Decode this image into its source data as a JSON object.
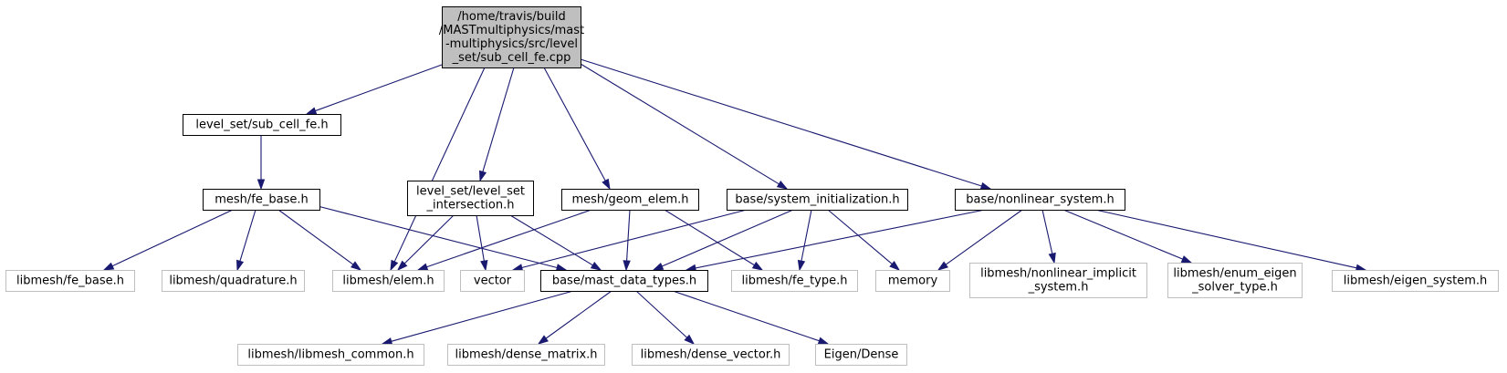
{
  "diagram": {
    "type": "include-dependency-graph",
    "colors": {
      "edge": "#191970",
      "root_fill": "#bfbfbf",
      "node_border": "#000000",
      "external_border": "#bfbfbf",
      "text": "#000000"
    },
    "nodes": [
      {
        "id": "root",
        "lines": [
          "/home/travis/build",
          "/MASTmultiphysics/mast",
          "-multiphysics/src/level",
          "_set/sub_cell_fe.cpp"
        ],
        "kind": "root"
      },
      {
        "id": "sub_cell_fe_h",
        "lines": [
          "level_set/sub_cell_fe.h"
        ],
        "kind": "internal"
      },
      {
        "id": "fe_base_h",
        "lines": [
          "mesh/fe_base.h"
        ],
        "kind": "internal"
      },
      {
        "id": "level_set_intersection_h",
        "lines": [
          "level_set/level_set",
          "_intersection.h"
        ],
        "kind": "internal"
      },
      {
        "id": "geom_elem_h",
        "lines": [
          "mesh/geom_elem.h"
        ],
        "kind": "internal"
      },
      {
        "id": "system_initialization_h",
        "lines": [
          "base/system_initialization.h"
        ],
        "kind": "internal"
      },
      {
        "id": "nonlinear_system_h",
        "lines": [
          "base/nonlinear_system.h"
        ],
        "kind": "internal"
      },
      {
        "id": "mast_data_types_h",
        "lines": [
          "base/mast_data_types.h"
        ],
        "kind": "internal"
      },
      {
        "id": "libmesh_fe_base_h",
        "lines": [
          "libmesh/fe_base.h"
        ],
        "kind": "external"
      },
      {
        "id": "libmesh_quadrature_h",
        "lines": [
          "libmesh/quadrature.h"
        ],
        "kind": "external"
      },
      {
        "id": "libmesh_elem_h",
        "lines": [
          "libmesh/elem.h"
        ],
        "kind": "external"
      },
      {
        "id": "vector",
        "lines": [
          "vector"
        ],
        "kind": "external"
      },
      {
        "id": "libmesh_fe_type_h",
        "lines": [
          "libmesh/fe_type.h"
        ],
        "kind": "external"
      },
      {
        "id": "memory",
        "lines": [
          "memory"
        ],
        "kind": "external"
      },
      {
        "id": "libmesh_nonlinear_implicit_system_h",
        "lines": [
          "libmesh/nonlinear_implicit",
          "_system.h"
        ],
        "kind": "external"
      },
      {
        "id": "libmesh_enum_eigen_solver_type_h",
        "lines": [
          "libmesh/enum_eigen",
          "_solver_type.h"
        ],
        "kind": "external"
      },
      {
        "id": "libmesh_eigen_system_h",
        "lines": [
          "libmesh/eigen_system.h"
        ],
        "kind": "external"
      },
      {
        "id": "libmesh_libmesh_common_h",
        "lines": [
          "libmesh/libmesh_common.h"
        ],
        "kind": "external"
      },
      {
        "id": "libmesh_dense_matrix_h",
        "lines": [
          "libmesh/dense_matrix.h"
        ],
        "kind": "external"
      },
      {
        "id": "libmesh_dense_vector_h",
        "lines": [
          "libmesh/dense_vector.h"
        ],
        "kind": "external"
      },
      {
        "id": "eigen_dense",
        "lines": [
          "Eigen/Dense"
        ],
        "kind": "external"
      }
    ],
    "edges": [
      {
        "from": "root",
        "to": "sub_cell_fe_h"
      },
      {
        "from": "root",
        "to": "libmesh_elem_h"
      },
      {
        "from": "root",
        "to": "level_set_intersection_h"
      },
      {
        "from": "root",
        "to": "geom_elem_h"
      },
      {
        "from": "root",
        "to": "system_initialization_h"
      },
      {
        "from": "root",
        "to": "nonlinear_system_h"
      },
      {
        "from": "sub_cell_fe_h",
        "to": "fe_base_h"
      },
      {
        "from": "fe_base_h",
        "to": "libmesh_fe_base_h"
      },
      {
        "from": "fe_base_h",
        "to": "libmesh_quadrature_h"
      },
      {
        "from": "fe_base_h",
        "to": "libmesh_elem_h"
      },
      {
        "from": "fe_base_h",
        "to": "mast_data_types_h"
      },
      {
        "from": "level_set_intersection_h",
        "to": "libmesh_elem_h"
      },
      {
        "from": "level_set_intersection_h",
        "to": "vector"
      },
      {
        "from": "level_set_intersection_h",
        "to": "mast_data_types_h"
      },
      {
        "from": "geom_elem_h",
        "to": "libmesh_elem_h"
      },
      {
        "from": "geom_elem_h",
        "to": "mast_data_types_h"
      },
      {
        "from": "geom_elem_h",
        "to": "libmesh_fe_type_h"
      },
      {
        "from": "system_initialization_h",
        "to": "vector"
      },
      {
        "from": "system_initialization_h",
        "to": "mast_data_types_h"
      },
      {
        "from": "system_initialization_h",
        "to": "libmesh_fe_type_h"
      },
      {
        "from": "system_initialization_h",
        "to": "memory"
      },
      {
        "from": "nonlinear_system_h",
        "to": "mast_data_types_h"
      },
      {
        "from": "nonlinear_system_h",
        "to": "memory"
      },
      {
        "from": "nonlinear_system_h",
        "to": "libmesh_nonlinear_implicit_system_h"
      },
      {
        "from": "nonlinear_system_h",
        "to": "libmesh_enum_eigen_solver_type_h"
      },
      {
        "from": "nonlinear_system_h",
        "to": "libmesh_eigen_system_h"
      },
      {
        "from": "mast_data_types_h",
        "to": "libmesh_libmesh_common_h"
      },
      {
        "from": "mast_data_types_h",
        "to": "libmesh_dense_matrix_h"
      },
      {
        "from": "mast_data_types_h",
        "to": "libmesh_dense_vector_h"
      },
      {
        "from": "mast_data_types_h",
        "to": "eigen_dense"
      }
    ]
  }
}
